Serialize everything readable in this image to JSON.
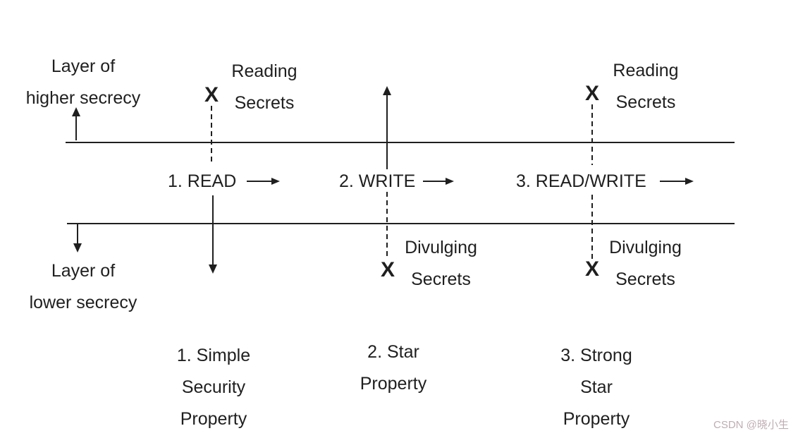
{
  "colors": {
    "ink": "#1f1f1f",
    "watermark": "#bfadb3",
    "background": "#ffffff"
  },
  "diagram": {
    "x_mark": "X",
    "higher_layer": {
      "line1": "Layer of",
      "line2": "higher secrecy"
    },
    "lower_layer": {
      "line1": "Layer of",
      "line2": "lower secrecy"
    },
    "reading_secrets": {
      "line1": "Reading",
      "line2": "Secrets"
    },
    "divulging_secrets": {
      "line1": "Divulging",
      "line2": "Secrets"
    },
    "operations": [
      {
        "label": "1. READ"
      },
      {
        "label": "2. WRITE"
      },
      {
        "label": "3. READ/WRITE"
      }
    ],
    "properties": [
      {
        "line1": "1. Simple",
        "line2": "Security",
        "line3": "Property"
      },
      {
        "line1": "2. Star",
        "line2": "Property"
      },
      {
        "line1": "3. Strong",
        "line2": "Star",
        "line3": "Property"
      }
    ]
  },
  "watermark": {
    "text": "CSDN @晓小生"
  }
}
